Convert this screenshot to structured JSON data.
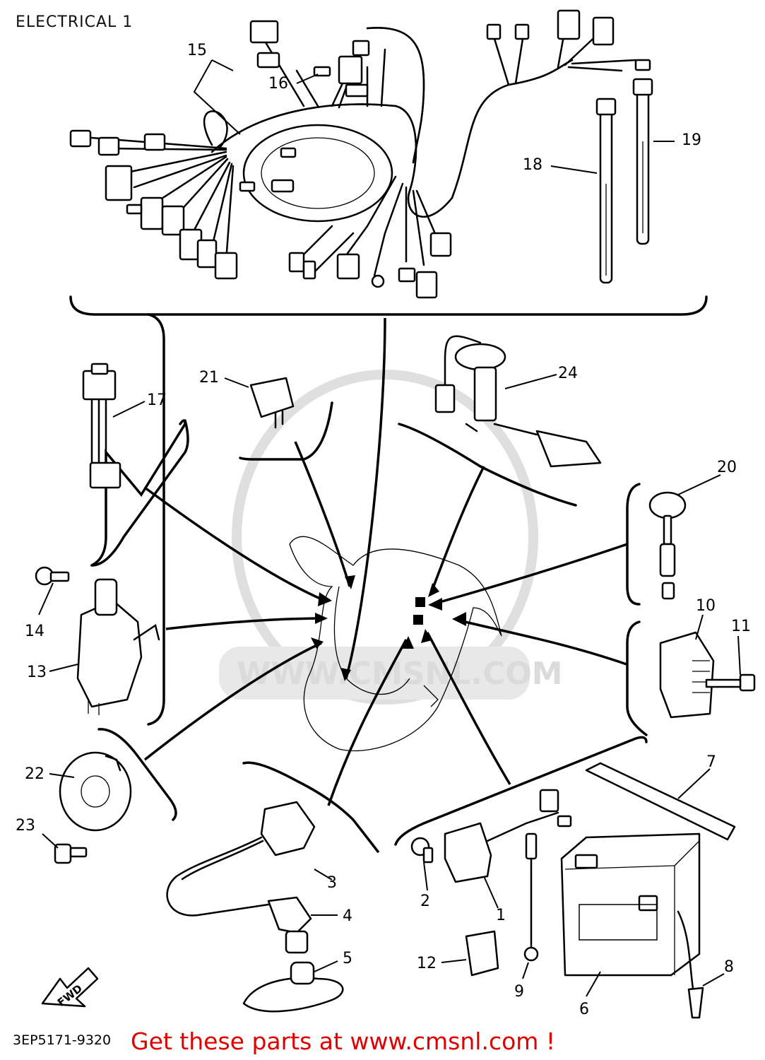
{
  "title": "ELECTRICAL 1",
  "part_code": "3EP5171-9320",
  "promo_text": "Get these parts at www.cmsnl.com !",
  "watermark_text": "WWW.CMSNL.COM",
  "fwd_label": "FWD",
  "colors": {
    "promo": "#e00000",
    "line": "#000000",
    "watermark": "#d8d8d8"
  },
  "callouts": [
    "1",
    "2",
    "3",
    "4",
    "5",
    "6",
    "7",
    "8",
    "9",
    "10",
    "11",
    "12",
    "13",
    "14",
    "15",
    "16",
    "17",
    "18",
    "19",
    "20",
    "21",
    "22",
    "23",
    "24"
  ]
}
